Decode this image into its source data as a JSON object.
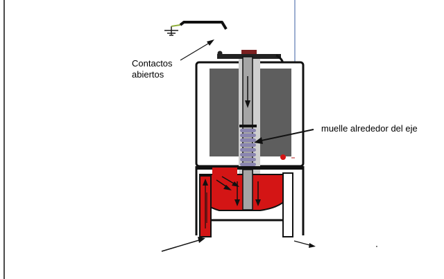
{
  "labels": {
    "contacts_line1": "Contactos",
    "contacts_line2": "abiertos",
    "spring": "muelle alrededor del eje"
  },
  "colors": {
    "frame": "#1a1a1a",
    "core": "#5e5e5e",
    "shaft": "#a5a5a5",
    "spring": "#8a85b0",
    "fluid": "#d41515",
    "edge_line": "#4a4a4a",
    "wire_green": "#8fae3a"
  },
  "icons": [
    "ground-icon",
    "contact-terminal-icon"
  ]
}
